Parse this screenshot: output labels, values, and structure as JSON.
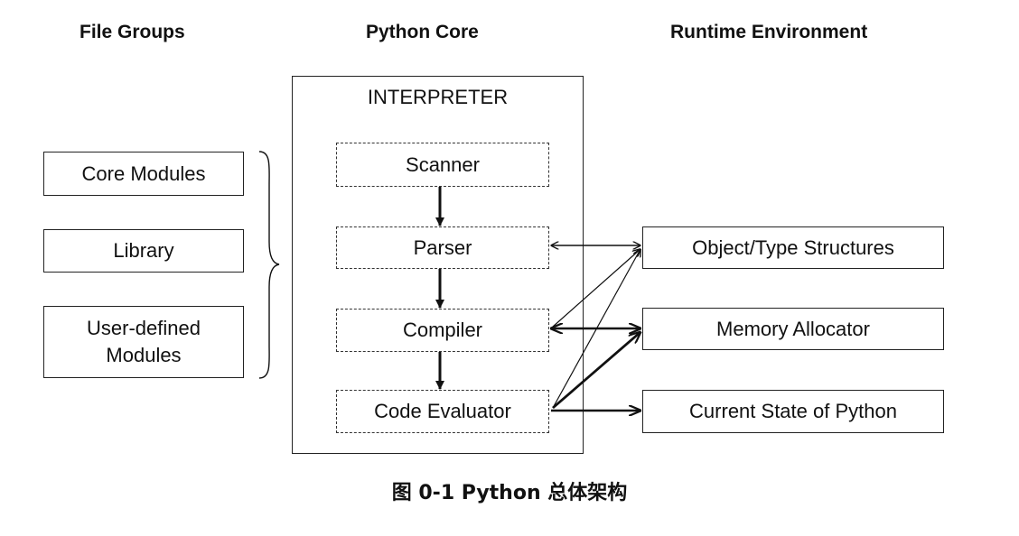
{
  "columns": {
    "file_groups": "File Groups",
    "python_core": "Python Core",
    "runtime_environment": "Runtime Environment"
  },
  "file_groups": {
    "core_modules": "Core Modules",
    "library": "Library",
    "user_defined_line1": "User-defined",
    "user_defined_line2": "Modules"
  },
  "interpreter": {
    "title": "INTERPRETER",
    "scanner": "Scanner",
    "parser": "Parser",
    "compiler": "Compiler",
    "code_evaluator": "Code Evaluator"
  },
  "runtime": {
    "object_type_structures": "Object/Type Structures",
    "memory_allocator": "Memory Allocator",
    "current_state": "Current State of Python"
  },
  "caption": "图 0-1   Python 总体架构",
  "colors": {
    "stroke": "#111111",
    "background": "#ffffff"
  }
}
